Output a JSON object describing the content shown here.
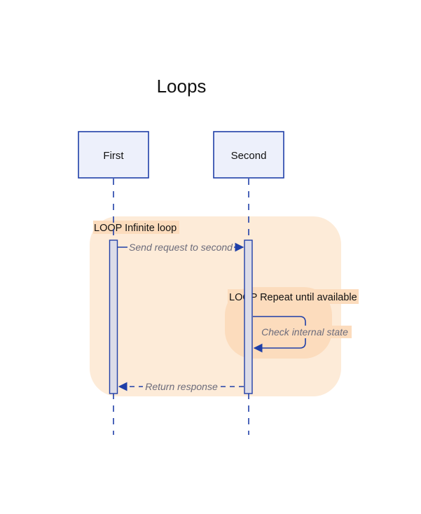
{
  "diagram": {
    "title": "Loops",
    "actors": [
      {
        "id": "first",
        "label": "First"
      },
      {
        "id": "second",
        "label": "Second"
      }
    ],
    "loops": [
      {
        "keyword": "LOOP",
        "label": "Infinite loop"
      },
      {
        "keyword": "LOOP",
        "label": "Repeat until available"
      }
    ],
    "messages": [
      {
        "from": "First",
        "to": "Second",
        "label": "Send request to second",
        "style": "solid"
      },
      {
        "from": "Second",
        "to": "Second",
        "label": "Check internal state",
        "style": "solid"
      },
      {
        "from": "Second",
        "to": "First",
        "label": "Return response",
        "style": "dashed"
      }
    ]
  },
  "colors": {
    "line": "#1f3fa8",
    "actor_fill": "#edf0fb",
    "activation_fill": "#dcdce8",
    "loop_outer_fill": "#fdebd8",
    "loop_inner_fill": "#fcdcbd",
    "loop_label_bg": "#fcdcbd"
  }
}
